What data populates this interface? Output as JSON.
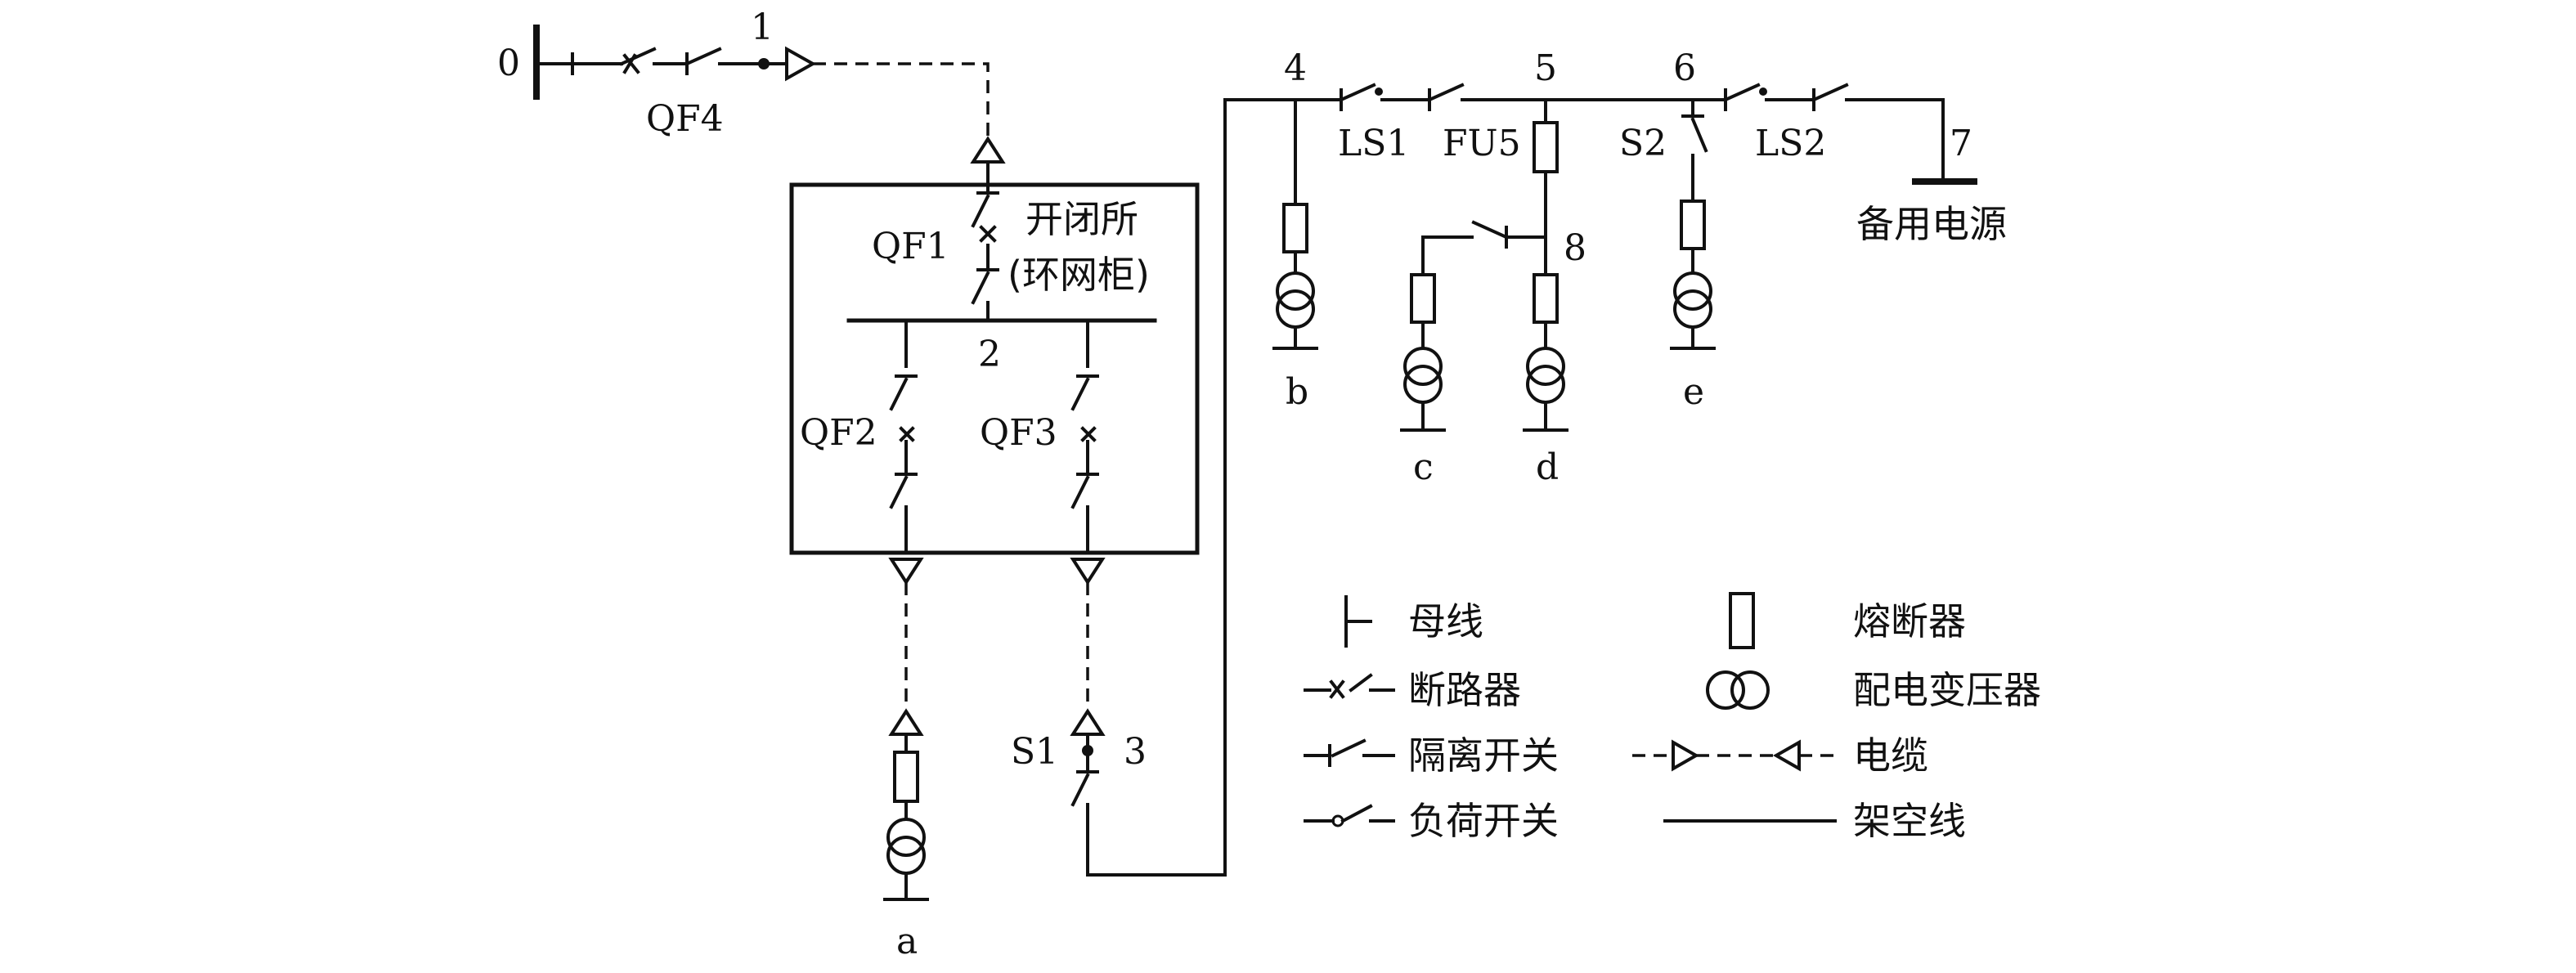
{
  "diagram": {
    "nodes": {
      "n0": "0",
      "n1": "1",
      "n2": "2",
      "n3": "3",
      "n4": "4",
      "n5": "5",
      "n6": "6",
      "n7": "7",
      "n8": "8"
    },
    "devices": {
      "qf4": "QF4",
      "qf1": "QF1",
      "qf2": "QF2",
      "qf3": "QF3",
      "s1": "S1",
      "s2": "S2",
      "ls1": "LS1",
      "ls2": "LS2",
      "fu5": "FU5"
    },
    "cabinet": {
      "line1": "开闭所",
      "line2": "(环网柜)"
    },
    "loads": {
      "a": "a",
      "b": "b",
      "c": "c",
      "d": "d",
      "e": "e"
    },
    "backup": "备用电源",
    "legend": {
      "busbar": "母线",
      "breaker": "断路器",
      "disconnector": "隔离开关",
      "load_switch": "负荷开关",
      "fuse": "熔断器",
      "transformer": "配电变压器",
      "cable": "电缆",
      "overhead": "架空线"
    }
  }
}
